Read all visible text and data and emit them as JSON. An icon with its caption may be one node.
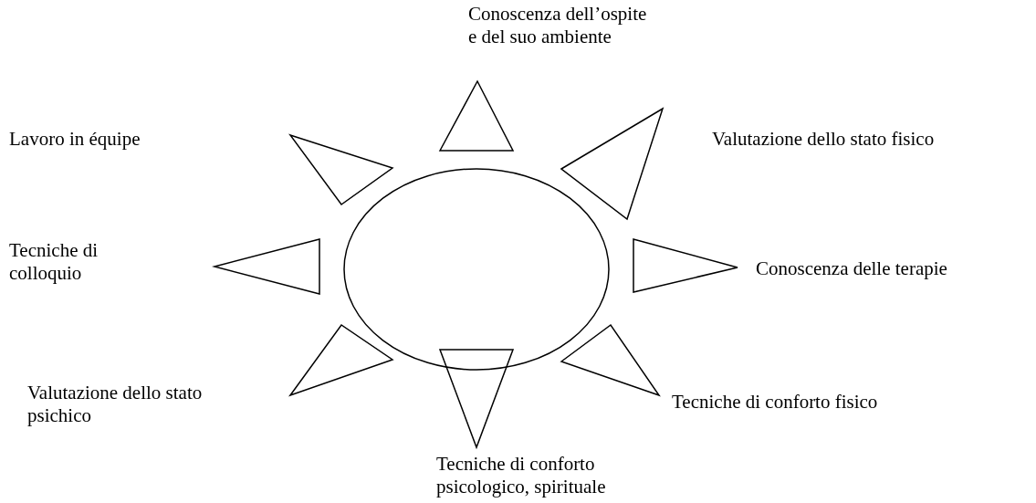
{
  "diagram": {
    "nodes": [
      {
        "text": [],
        "shape": "ellipse"
      },
      {
        "text": [],
        "shape": "triangle"
      },
      {
        "text": [],
        "shape": "triangle"
      },
      {
        "text": [],
        "shape": "triangle"
      },
      {
        "text": [],
        "shape": "triangle"
      },
      {
        "text": [],
        "shape": "triangle"
      },
      {
        "text": [],
        "shape": "triangle"
      },
      {
        "text": [],
        "shape": "triangle"
      },
      {
        "text": [],
        "shape": "triangle"
      }
    ],
    "labels": [
      "Conoscenza dell’ospite e del suo ambiente",
      "Lavoro in équipe",
      "Valutazione dello stato fisico",
      "Tecniche di colloquio",
      "Conoscenza delle terapie",
      "Valutazione dello stato psichico",
      "Tecniche di conforto fisico",
      "Tecniche di conforto psicologico, spirituale"
    ]
  }
}
